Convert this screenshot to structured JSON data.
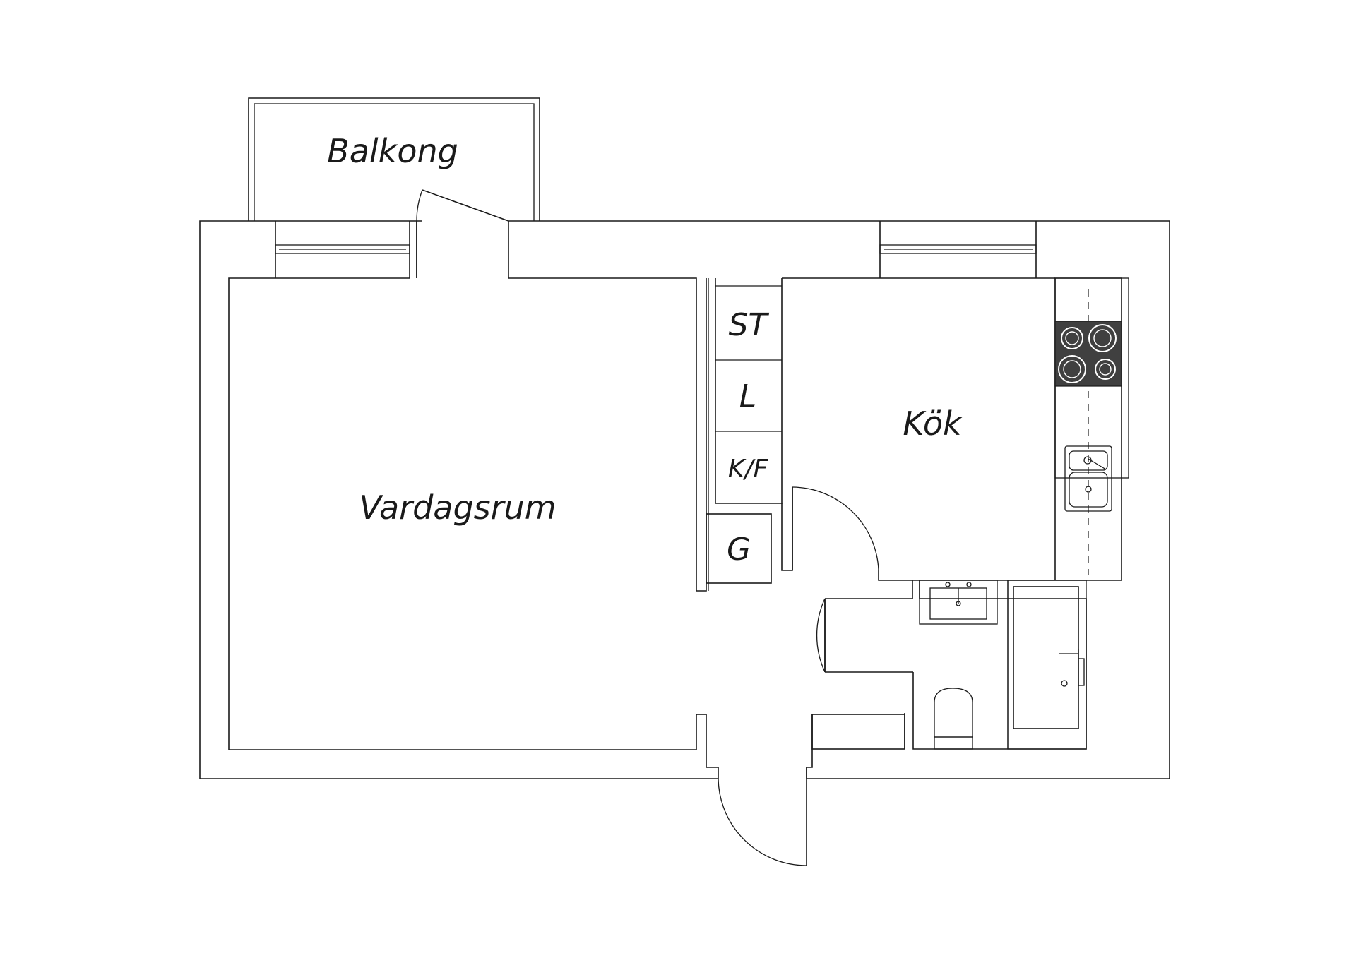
{
  "rooms": {
    "balkong": "Balkong",
    "vardagsrum": "Vardagsrum",
    "kok": "Kök"
  },
  "cabinets": {
    "st": "ST",
    "l": "L",
    "kf": "K/F",
    "g": "G"
  },
  "colors": {
    "line": "#1a1a1a",
    "background": "#ffffff",
    "stove": "#404040"
  }
}
